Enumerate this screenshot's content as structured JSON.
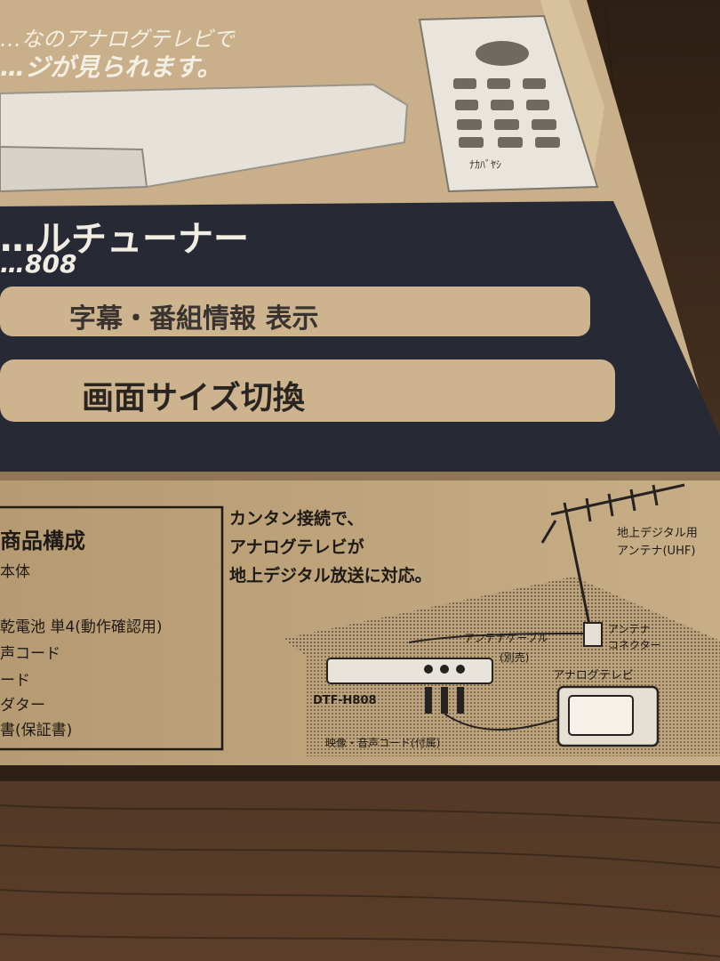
{
  "box_top": {
    "tagline_line1": "…なのアナログテレビで",
    "tagline_line2": "…ジが見られます。",
    "remote_brand": "ﾅｶﾊﾞﾔｼ",
    "product_name": "…ルチューナー",
    "model_fragment": "…808",
    "feature_1": "字幕・番組情報 表示",
    "feature_2": "画面サイズ切換"
  },
  "box_side": {
    "contents_title": "商品構成",
    "contents_items": [
      "本体",
      "乾電池 単4(動作確認用)",
      "声コード",
      "ード",
      "ダター",
      "書(保証書)"
    ],
    "headline": [
      "カンタン接続で、",
      "アナログテレビが",
      "地上デジタル放送に対応。"
    ],
    "diagram_labels": {
      "antenna": [
        "地上デジタル用",
        "アンテナ(UHF)"
      ],
      "antenna_cable": "アンテナケーブル",
      "cable_note": "(別売)",
      "connector": [
        "アンテナ",
        "コネクター"
      ],
      "analog_tv": "アナログテレビ",
      "model": "DTF-H808",
      "av_cord": "映像・音声コード(付属)"
    }
  }
}
